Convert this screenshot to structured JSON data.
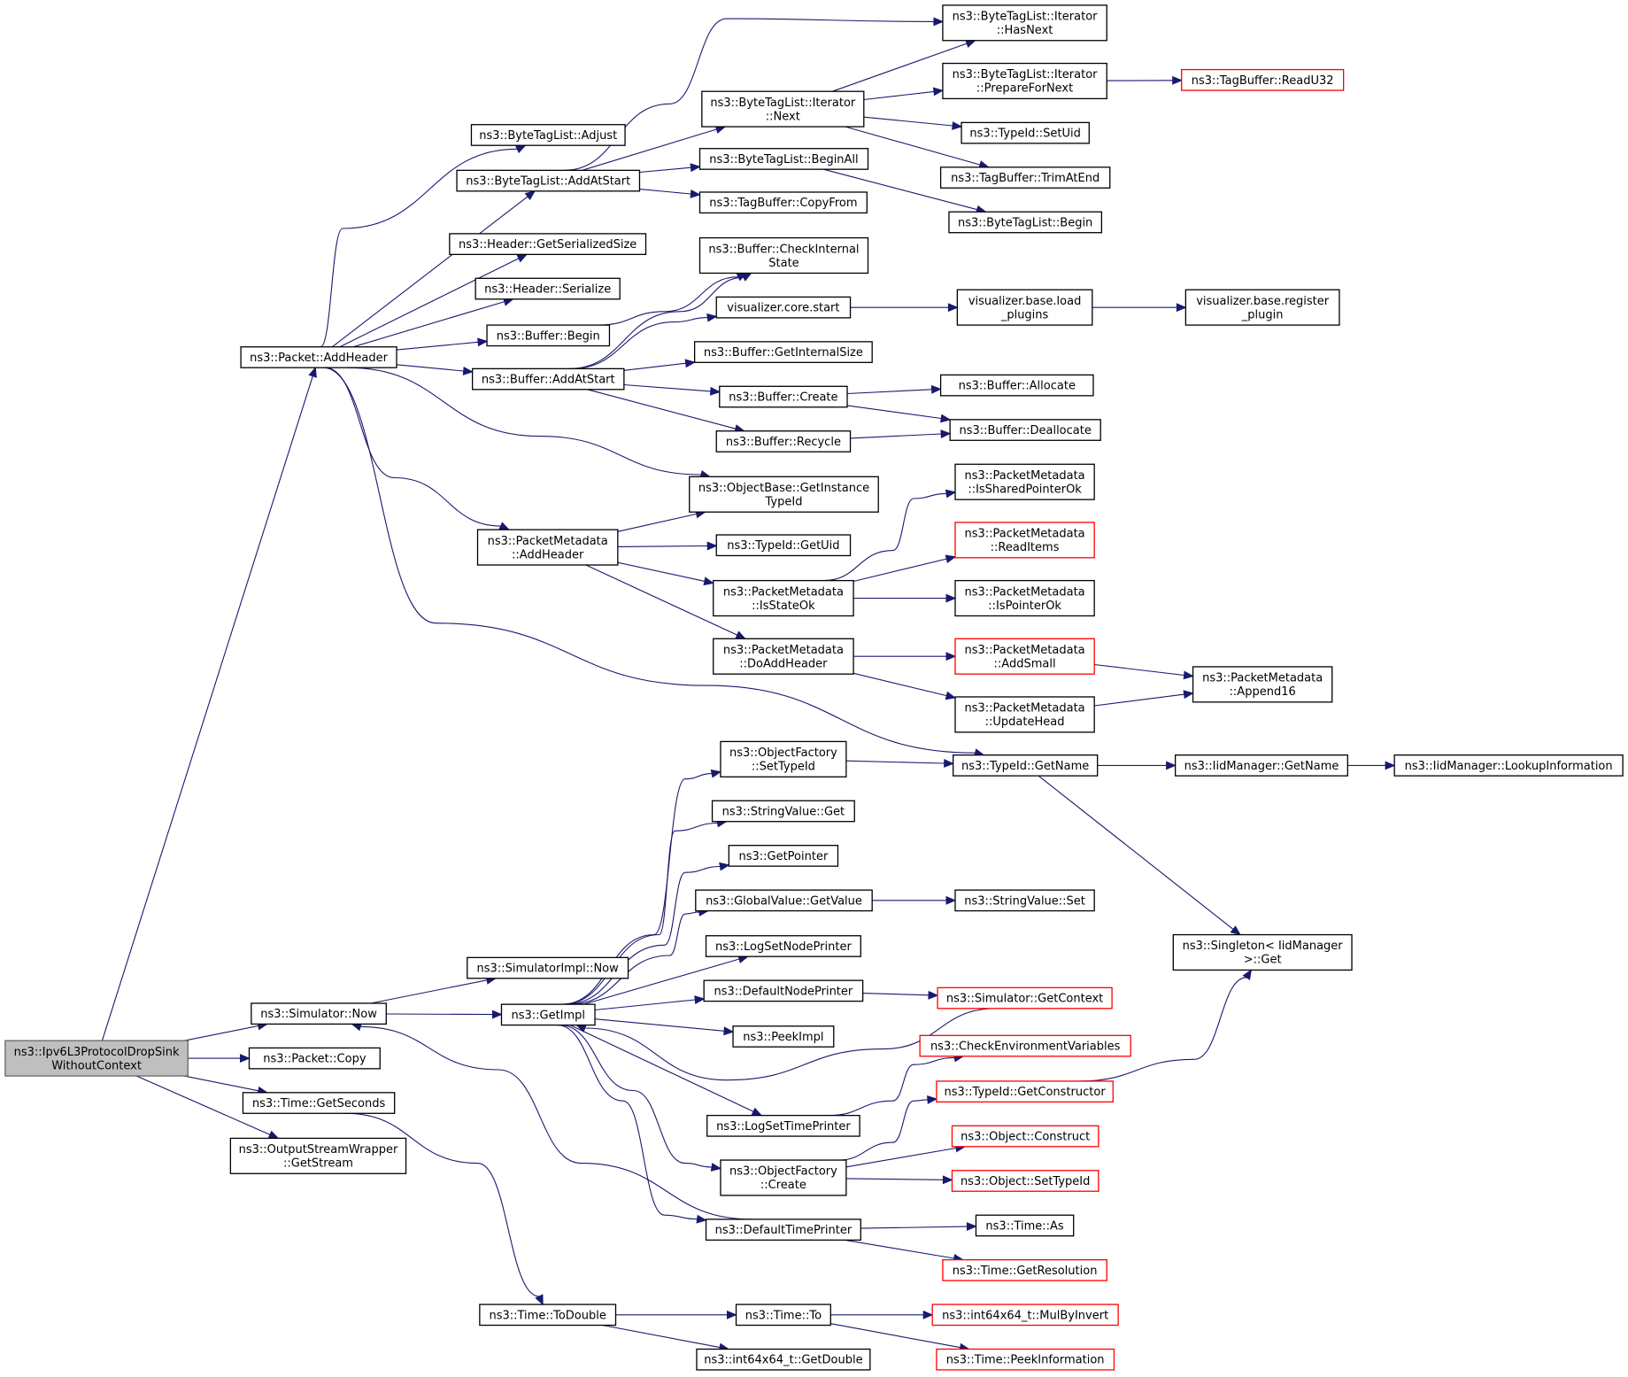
{
  "nodes": [
    {
      "id": "root",
      "lines": [
        "ns3::Ipv6L3ProtocolDropSink",
        "WithoutContext"
      ],
      "style": "root"
    },
    {
      "id": "addheader",
      "lines": [
        "ns3::Packet::AddHeader"
      ]
    },
    {
      "id": "simnow",
      "lines": [
        "ns3::Simulator::Now"
      ]
    },
    {
      "id": "pcopy",
      "lines": [
        "ns3::Packet::Copy"
      ]
    },
    {
      "id": "getsec",
      "lines": [
        "ns3::Time::GetSeconds"
      ]
    },
    {
      "id": "getstream",
      "lines": [
        "ns3::OutputStreamWrapper",
        "::GetStream"
      ]
    },
    {
      "id": "btladjust",
      "lines": [
        "ns3::ByteTagList::Adjust"
      ]
    },
    {
      "id": "btladdstart",
      "lines": [
        "ns3::ByteTagList::AddAtStart"
      ]
    },
    {
      "id": "hgetsize",
      "lines": [
        "ns3::Header::GetSerializedSize"
      ]
    },
    {
      "id": "hser",
      "lines": [
        "ns3::Header::Serialize"
      ]
    },
    {
      "id": "bbegin",
      "lines": [
        "ns3::Buffer::Begin"
      ]
    },
    {
      "id": "baddstart",
      "lines": [
        "ns3::Buffer::AddAtStart"
      ]
    },
    {
      "id": "pmaddheader",
      "lines": [
        "ns3::PacketMetadata",
        "::AddHeader"
      ]
    },
    {
      "id": "simimplnow",
      "lines": [
        "ns3::SimulatorImpl::Now"
      ]
    },
    {
      "id": "getimpl",
      "lines": [
        "ns3::GetImpl"
      ]
    },
    {
      "id": "todouble",
      "lines": [
        "ns3::Time::ToDouble"
      ]
    },
    {
      "id": "btlinext",
      "lines": [
        "ns3::ByteTagList::Iterator",
        "::Next"
      ]
    },
    {
      "id": "btlbeginall",
      "lines": [
        "ns3::ByteTagList::BeginAll"
      ]
    },
    {
      "id": "tbcopyfrom",
      "lines": [
        "ns3::TagBuffer::CopyFrom"
      ]
    },
    {
      "id": "bcheck",
      "lines": [
        "ns3::Buffer::CheckInternal",
        "State"
      ]
    },
    {
      "id": "vcstart",
      "lines": [
        "visualizer.core.start"
      ]
    },
    {
      "id": "bgetinternal",
      "lines": [
        "ns3::Buffer::GetInternalSize"
      ]
    },
    {
      "id": "bcreate",
      "lines": [
        "ns3::Buffer::Create"
      ]
    },
    {
      "id": "brecycle",
      "lines": [
        "ns3::Buffer::Recycle"
      ]
    },
    {
      "id": "obgettid",
      "lines": [
        "ns3::ObjectBase::GetInstance",
        "TypeId"
      ]
    },
    {
      "id": "tidgetuid",
      "lines": [
        "ns3::TypeId::GetUid"
      ]
    },
    {
      "id": "pmisstate",
      "lines": [
        "ns3::PacketMetadata",
        "::IsStateOk"
      ]
    },
    {
      "id": "pmdoadd",
      "lines": [
        "ns3::PacketMetadata",
        "::DoAddHeader"
      ]
    },
    {
      "id": "ofsettid",
      "lines": [
        "ns3::ObjectFactory",
        "::SetTypeId"
      ]
    },
    {
      "id": "svget",
      "lines": [
        "ns3::StringValue::Get"
      ]
    },
    {
      "id": "getpointer",
      "lines": [
        "ns3::GetPointer"
      ]
    },
    {
      "id": "gvgetvalue",
      "lines": [
        "ns3::GlobalValue::GetValue"
      ]
    },
    {
      "id": "logsetnode",
      "lines": [
        "ns3::LogSetNodePrinter"
      ]
    },
    {
      "id": "defnode",
      "lines": [
        "ns3::DefaultNodePrinter"
      ]
    },
    {
      "id": "peekimpl",
      "lines": [
        "ns3::PeekImpl"
      ]
    },
    {
      "id": "logsettime",
      "lines": [
        "ns3::LogSetTimePrinter"
      ]
    },
    {
      "id": "ofcreate",
      "lines": [
        "ns3::ObjectFactory",
        "::Create"
      ]
    },
    {
      "id": "deftime",
      "lines": [
        "ns3::DefaultTimePrinter"
      ]
    },
    {
      "id": "timeto",
      "lines": [
        "ns3::Time::To"
      ]
    },
    {
      "id": "i64getdouble",
      "lines": [
        "ns3::int64x64_t::GetDouble"
      ]
    },
    {
      "id": "btlihasnext",
      "lines": [
        "ns3::ByteTagList::Iterator",
        "::HasNext"
      ]
    },
    {
      "id": "btliprep",
      "lines": [
        "ns3::ByteTagList::Iterator",
        "::PrepareForNext"
      ]
    },
    {
      "id": "tidsetuid",
      "lines": [
        "ns3::TypeId::SetUid"
      ]
    },
    {
      "id": "tbtrim",
      "lines": [
        "ns3::TagBuffer::TrimAtEnd"
      ]
    },
    {
      "id": "btlbegin",
      "lines": [
        "ns3::ByteTagList::Begin"
      ]
    },
    {
      "id": "vbload",
      "lines": [
        "visualizer.base.load",
        "_plugins"
      ]
    },
    {
      "id": "balloc",
      "lines": [
        "ns3::Buffer::Allocate"
      ]
    },
    {
      "id": "bdealloc",
      "lines": [
        "ns3::Buffer::Deallocate"
      ]
    },
    {
      "id": "pmisshared",
      "lines": [
        "ns3::PacketMetadata",
        "::IsSharedPointerOk"
      ]
    },
    {
      "id": "pmreaditems",
      "lines": [
        "ns3::PacketMetadata",
        "::ReadItems"
      ],
      "style": "red"
    },
    {
      "id": "pmisptr",
      "lines": [
        "ns3::PacketMetadata",
        "::IsPointerOk"
      ]
    },
    {
      "id": "pmaddsmall",
      "lines": [
        "ns3::PacketMetadata",
        "::AddSmall"
      ],
      "style": "red"
    },
    {
      "id": "pmupdatehead",
      "lines": [
        "ns3::PacketMetadata",
        "::UpdateHead"
      ]
    },
    {
      "id": "tidgetname",
      "lines": [
        "ns3::TypeId::GetName"
      ]
    },
    {
      "id": "svset",
      "lines": [
        "ns3::StringValue::Set"
      ]
    },
    {
      "id": "simgetctx",
      "lines": [
        "ns3::Simulator::GetContext"
      ],
      "style": "red"
    },
    {
      "id": "checkenv",
      "lines": [
        "ns3::CheckEnvironmentVariables"
      ],
      "style": "red"
    },
    {
      "id": "tidgetctor",
      "lines": [
        "ns3::TypeId::GetConstructor"
      ],
      "style": "red"
    },
    {
      "id": "objconstruct",
      "lines": [
        "ns3::Object::Construct"
      ],
      "style": "red"
    },
    {
      "id": "objsettid",
      "lines": [
        "ns3::Object::SetTypeId"
      ],
      "style": "red"
    },
    {
      "id": "timeas",
      "lines": [
        "ns3::Time::As"
      ]
    },
    {
      "id": "timegetres",
      "lines": [
        "ns3::Time::GetResolution"
      ],
      "style": "red"
    },
    {
      "id": "i64mulinv",
      "lines": [
        "ns3::int64x64_t::MulByInvert"
      ],
      "style": "red"
    },
    {
      "id": "timepeek",
      "lines": [
        "ns3::Time::PeekInformation"
      ],
      "style": "red"
    },
    {
      "id": "tbreadu32",
      "lines": [
        "ns3::TagBuffer::ReadU32"
      ],
      "style": "red"
    },
    {
      "id": "vbregister",
      "lines": [
        "visualizer.base.register",
        "_plugin"
      ]
    },
    {
      "id": "pmappend16",
      "lines": [
        "ns3::PacketMetadata",
        "::Append16"
      ]
    },
    {
      "id": "iidgetname",
      "lines": [
        "ns3::IidManager::GetName"
      ]
    },
    {
      "id": "singleton",
      "lines": [
        "ns3::Singleton< IidManager",
        " >::Get"
      ]
    },
    {
      "id": "iidlookup",
      "lines": [
        "ns3::IidManager::LookupInformation"
      ]
    }
  ],
  "edges": [
    [
      "root",
      "addheader"
    ],
    [
      "root",
      "simnow"
    ],
    [
      "root",
      "pcopy"
    ],
    [
      "root",
      "getsec"
    ],
    [
      "root",
      "getstream"
    ],
    [
      "addheader",
      "btladjust"
    ],
    [
      "addheader",
      "btladdstart"
    ],
    [
      "addheader",
      "hgetsize"
    ],
    [
      "addheader",
      "hser"
    ],
    [
      "addheader",
      "bbegin"
    ],
    [
      "addheader",
      "baddstart"
    ],
    [
      "addheader",
      "obgettid"
    ],
    [
      "addheader",
      "pmaddheader"
    ],
    [
      "addheader",
      "tidgetname"
    ],
    [
      "btladdstart",
      "btlihasnext"
    ],
    [
      "btladdstart",
      "btlinext"
    ],
    [
      "btladdstart",
      "btlbeginall"
    ],
    [
      "btladdstart",
      "tbcopyfrom"
    ],
    [
      "btlinext",
      "btlihasnext"
    ],
    [
      "btlinext",
      "btliprep"
    ],
    [
      "btlinext",
      "tidsetuid"
    ],
    [
      "btlinext",
      "tbtrim"
    ],
    [
      "btliprep",
      "tbreadu32"
    ],
    [
      "btlbeginall",
      "btlbegin"
    ],
    [
      "bbegin",
      "bcheck"
    ],
    [
      "baddstart",
      "bcheck"
    ],
    [
      "baddstart",
      "vcstart"
    ],
    [
      "baddstart",
      "bgetinternal"
    ],
    [
      "baddstart",
      "bcreate"
    ],
    [
      "baddstart",
      "brecycle"
    ],
    [
      "vcstart",
      "vbload"
    ],
    [
      "vbload",
      "vbregister"
    ],
    [
      "bcreate",
      "balloc"
    ],
    [
      "bcreate",
      "bdealloc"
    ],
    [
      "brecycle",
      "bdealloc"
    ],
    [
      "pmaddheader",
      "obgettid"
    ],
    [
      "pmaddheader",
      "tidgetuid"
    ],
    [
      "pmaddheader",
      "pmisstate"
    ],
    [
      "pmaddheader",
      "pmdoadd"
    ],
    [
      "pmisstate",
      "pmisshared"
    ],
    [
      "pmisstate",
      "pmreaditems"
    ],
    [
      "pmisstate",
      "pmisptr"
    ],
    [
      "pmdoadd",
      "pmaddsmall"
    ],
    [
      "pmdoadd",
      "pmupdatehead"
    ],
    [
      "pmaddsmall",
      "pmappend16"
    ],
    [
      "pmupdatehead",
      "pmappend16"
    ],
    [
      "ofsettid",
      "tidgetname"
    ],
    [
      "tidgetname",
      "iidgetname"
    ],
    [
      "tidgetname",
      "singleton"
    ],
    [
      "iidgetname",
      "iidlookup"
    ],
    [
      "simnow",
      "simimplnow"
    ],
    [
      "simnow",
      "getimpl"
    ],
    [
      "getimpl",
      "ofsettid"
    ],
    [
      "getimpl",
      "svget"
    ],
    [
      "getimpl",
      "getpointer"
    ],
    [
      "getimpl",
      "gvgetvalue"
    ],
    [
      "getimpl",
      "logsetnode"
    ],
    [
      "getimpl",
      "defnode"
    ],
    [
      "getimpl",
      "peekimpl"
    ],
    [
      "getimpl",
      "logsettime"
    ],
    [
      "getimpl",
      "ofcreate"
    ],
    [
      "getimpl",
      "deftime"
    ],
    [
      "gvgetvalue",
      "svset"
    ],
    [
      "defnode",
      "simgetctx"
    ],
    [
      "simgetctx",
      "getimpl"
    ],
    [
      "logsettime",
      "checkenv"
    ],
    [
      "tidgetctor",
      "singleton"
    ],
    [
      "ofcreate",
      "tidgetctor"
    ],
    [
      "ofcreate",
      "objconstruct"
    ],
    [
      "ofcreate",
      "objsettid"
    ],
    [
      "deftime",
      "simnow"
    ],
    [
      "deftime",
      "timeas"
    ],
    [
      "deftime",
      "timegetres"
    ],
    [
      "getsec",
      "todouble"
    ],
    [
      "todouble",
      "timeto"
    ],
    [
      "todouble",
      "i64getdouble"
    ],
    [
      "timeto",
      "i64mulinv"
    ],
    [
      "timeto",
      "timepeek"
    ]
  ]
}
